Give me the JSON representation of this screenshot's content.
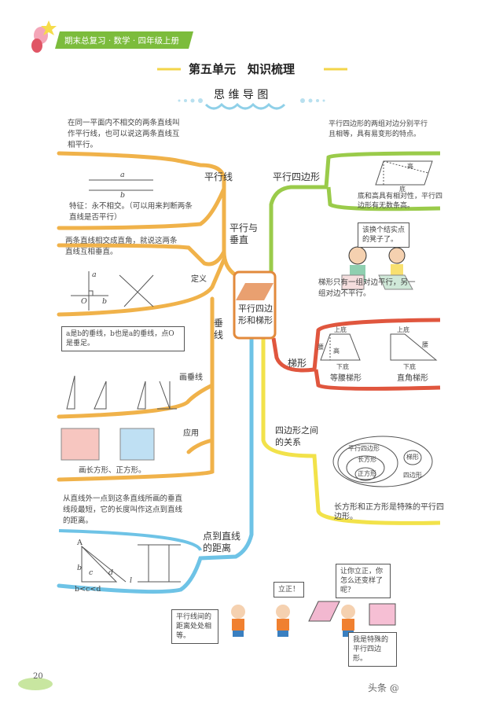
{
  "header": {
    "banner": "期末总复习 · 数学 · 四年级上册",
    "title": "第五单元　知识梳理",
    "subtitle": "思 维 导 图"
  },
  "center": {
    "label": "平行四边形和梯形"
  },
  "parallel_perp": {
    "label": "平行与垂直",
    "parallel": {
      "label": "平行线",
      "definition": "在同一平面内不相交的两条直线叫作平行线，也可以说这两条直线互相平行。",
      "line_a": "a",
      "line_b": "b",
      "feature": "特征：永不相交。（可以用来判断两条直线是否平行）"
    },
    "perpendicular": {
      "label": "垂线",
      "definition_label": "定义",
      "definition": "两条直线相交成直角，就说这两条直线互相垂直。",
      "point_a": "a",
      "point_b": "b",
      "point_o": "O",
      "note": "a是b的垂线，b也是a的垂线，点O是垂足。",
      "draw_label": "画垂线",
      "apply_label": "应用",
      "apply_text": "画长方形、正方形。"
    }
  },
  "distance": {
    "label": "点到直线的距离",
    "text": "从直线外一点到这条直线所画的垂直线段最短，它的长度叫作这点到直线的距离。",
    "point": "A",
    "b": "b",
    "c": "c",
    "d": "d",
    "l": "l",
    "relation": "b<c<d"
  },
  "parallelogram": {
    "label": "平行四边形",
    "text": "平行四边形的两组对边分别平行且相等，具有易变形的特点。",
    "height": "高",
    "base": "底",
    "note": "底和高具有相对性，平行四边形有无数条高。",
    "bubble": "该换个结实点的凳子了。"
  },
  "trapezoid": {
    "label": "梯形",
    "text": "梯形只有一组对边平行，另一组对边不平行。",
    "upper": "上底",
    "lower": "下底",
    "leg": "腰",
    "height": "高",
    "isosceles": "等腰梯形",
    "right": "直角梯形"
  },
  "relation": {
    "label": "四边形之间的关系",
    "quad": "四边形",
    "para": "平行四边形",
    "rect": "长方形",
    "square": "正方形",
    "trap": "梯形",
    "text": "长方形和正方形是特殊的平行四边形。"
  },
  "cartoon": {
    "b1": "平行线间的距离处处相等。",
    "b2": "立正！",
    "b3": "让你立正，你怎么还变样了呢？",
    "b4": "我是特殊的平行四边形。"
  },
  "page_number": "20",
  "watermark": "头条 @",
  "colors": {
    "orange": "#f0b24a",
    "green": "#9acb4a",
    "red": "#e0563e",
    "yellow": "#f2e24a",
    "blue": "#6ec3e6",
    "banner": "#7cbc3c"
  }
}
